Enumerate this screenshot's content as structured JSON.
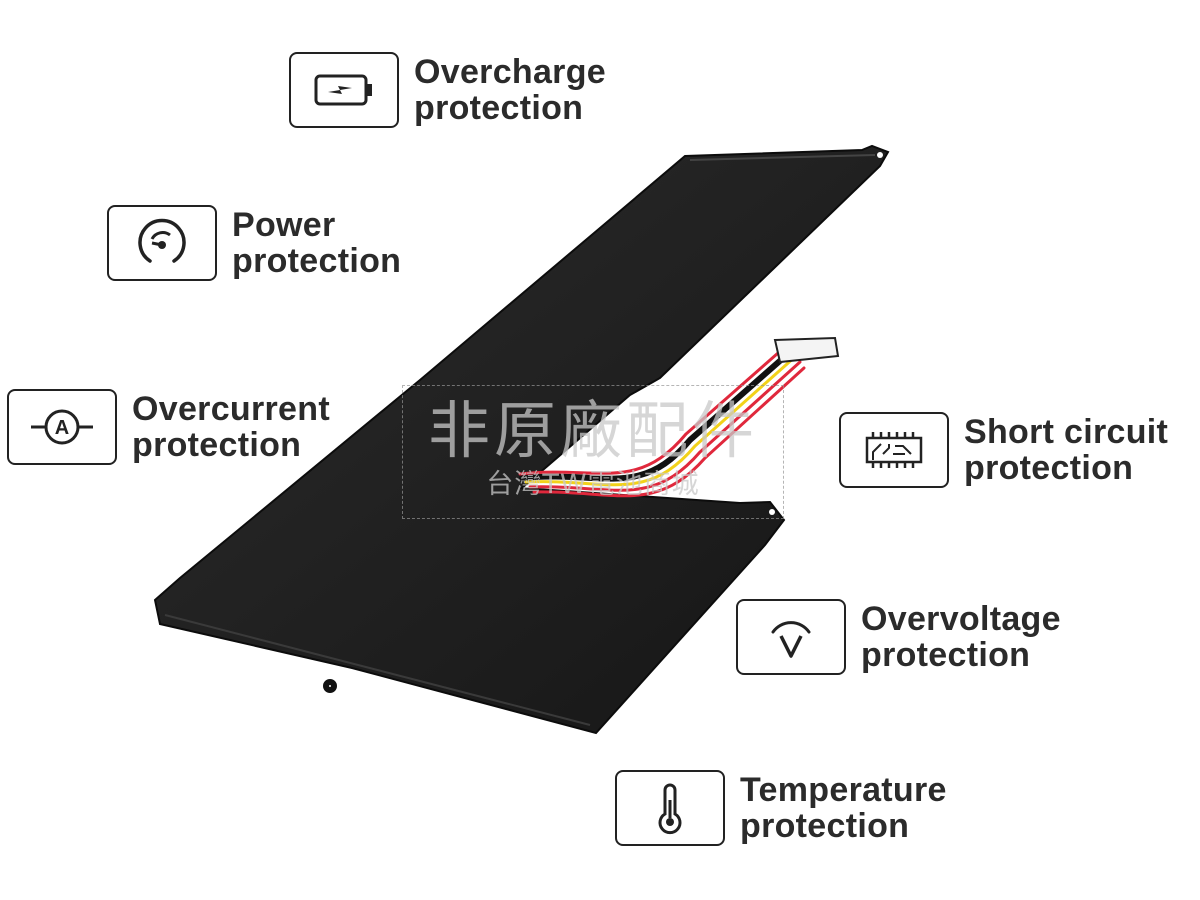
{
  "features": [
    {
      "id": "overcharge",
      "icon": "battery-charge-icon",
      "line1": "Overcharge",
      "line2": "protection"
    },
    {
      "id": "power",
      "icon": "gauge-icon",
      "line1": "Power",
      "line2": "protection"
    },
    {
      "id": "overcurrent",
      "icon": "ampere-icon",
      "line1": "Overcurrent",
      "line2": "protection"
    },
    {
      "id": "short-circuit",
      "icon": "circuit-chip-icon",
      "line1": "Short circuit",
      "line2": "protection"
    },
    {
      "id": "overvoltage",
      "icon": "voltage-icon",
      "line1": "Overvoltage",
      "line2": "protection"
    },
    {
      "id": "temperature",
      "icon": "thermometer-icon",
      "line1": "Temperature",
      "line2": "protection"
    }
  ],
  "watermark": {
    "line1": "非原廠配件",
    "line2": "台灣TW電池商城"
  },
  "colors": {
    "battery": "#1e1e1e",
    "text": "#2b2b2b",
    "wire_red": "#e0283c",
    "wire_yellow": "#f2d21a"
  }
}
